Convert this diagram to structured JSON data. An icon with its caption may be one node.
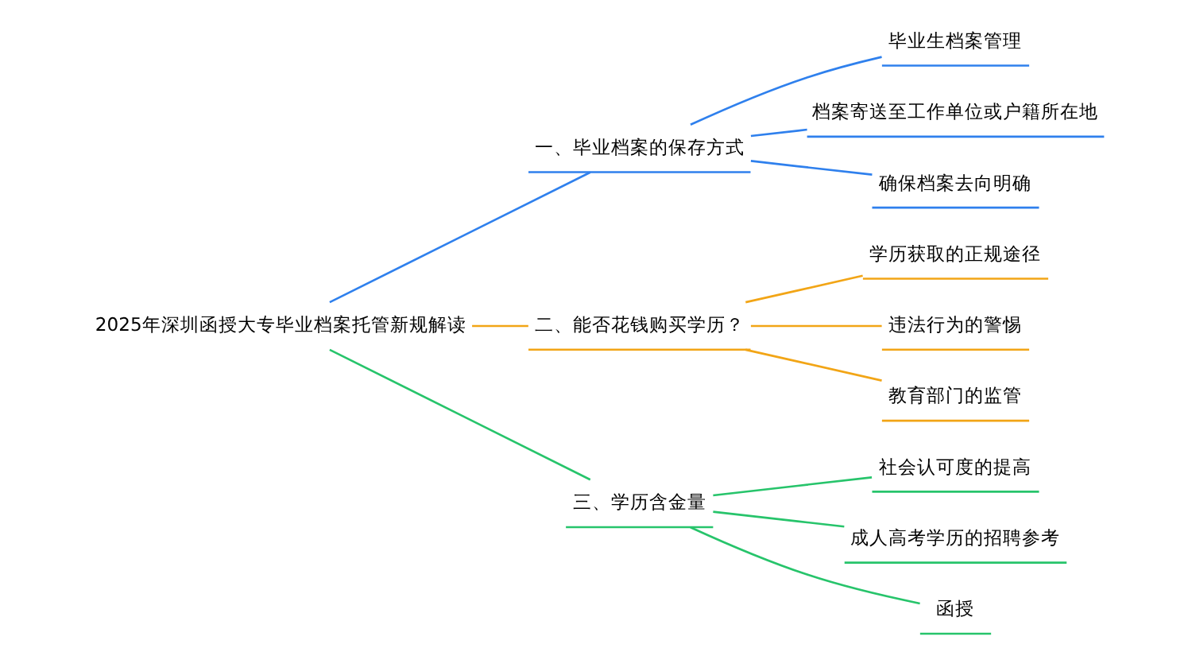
{
  "diagram": {
    "nodes": [
      {
        "text": [
          "2025年深圳函授大专毕业档案托管新规解读"
        ]
      },
      {
        "text": [
          "一、毕业档案的保存方式"
        ]
      },
      {
        "text": [
          "毕业生档案管理"
        ]
      },
      {
        "text": [
          "档案寄送至工作单位或户籍所在地"
        ]
      },
      {
        "text": [
          "确保档案去向明确"
        ]
      },
      {
        "text": [
          "二、能否花钱购买学历？"
        ]
      },
      {
        "text": [
          "学历获取的正规途径"
        ]
      },
      {
        "text": [
          "违法行为的警惕"
        ]
      },
      {
        "text": [
          "教育部门的监管"
        ]
      },
      {
        "text": [
          "三、学历含金量"
        ]
      },
      {
        "text": [
          "社会认可度的提高"
        ]
      },
      {
        "text": [
          "成人高考学历的招聘参考"
        ]
      },
      {
        "text": [
          "函授"
        ]
      }
    ],
    "edges": [
      {
        "from": 0,
        "to": 1,
        "arrow": "none",
        "color": "#2f80ed"
      },
      {
        "from": 1,
        "to": 2,
        "arrow": "none",
        "color": "#2f80ed"
      },
      {
        "from": 1,
        "to": 3,
        "arrow": "none",
        "color": "#2f80ed"
      },
      {
        "from": 1,
        "to": 4,
        "arrow": "none",
        "color": "#2f80ed"
      },
      {
        "from": 0,
        "to": 5,
        "arrow": "none",
        "color": "#f2a516"
      },
      {
        "from": 5,
        "to": 6,
        "arrow": "none",
        "color": "#f2a516"
      },
      {
        "from": 5,
        "to": 7,
        "arrow": "none",
        "color": "#f2a516"
      },
      {
        "from": 5,
        "to": 8,
        "arrow": "none",
        "color": "#f2a516"
      },
      {
        "from": 0,
        "to": 9,
        "arrow": "none",
        "color": "#27c46b"
      },
      {
        "from": 9,
        "to": 10,
        "arrow": "none",
        "color": "#27c46b"
      },
      {
        "from": 9,
        "to": 11,
        "arrow": "none",
        "color": "#27c46b"
      },
      {
        "from": 9,
        "to": 12,
        "arrow": "none",
        "color": "#27c46b"
      }
    ]
  }
}
